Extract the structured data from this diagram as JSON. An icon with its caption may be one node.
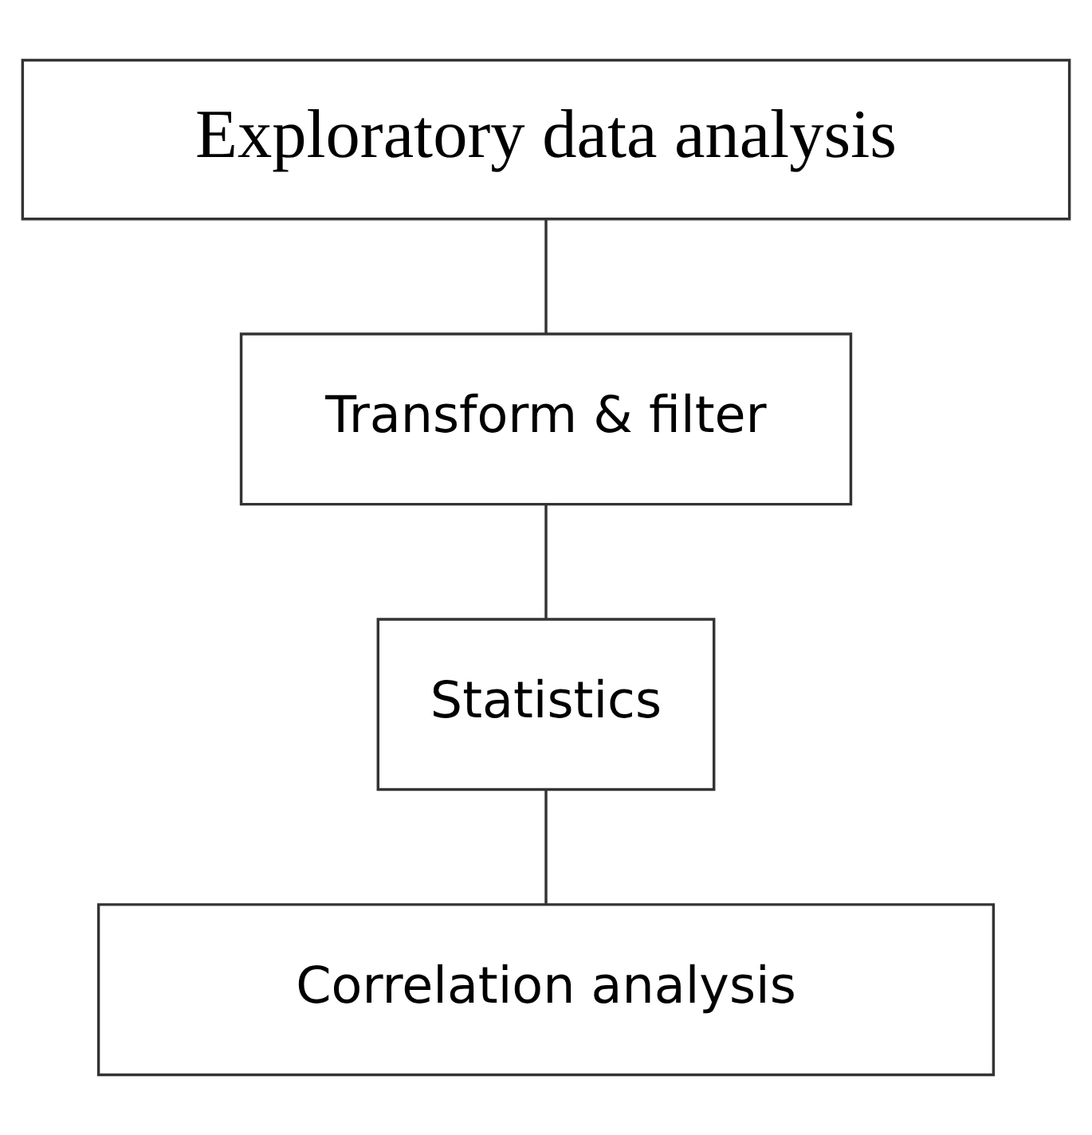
{
  "diagram": {
    "nodes": [
      {
        "text": [
          "Exploratory data analysis"
        ]
      },
      {
        "text": [
          "Transform & filter"
        ]
      },
      {
        "text": [
          "Statistics"
        ]
      },
      {
        "text": [
          "Correlation analysis"
        ]
      }
    ],
    "edges": [
      {
        "from": 0,
        "to": 1,
        "arrow": "none"
      },
      {
        "from": 1,
        "to": 2,
        "arrow": "none"
      },
      {
        "from": 2,
        "to": 3,
        "arrow": "none"
      }
    ]
  }
}
